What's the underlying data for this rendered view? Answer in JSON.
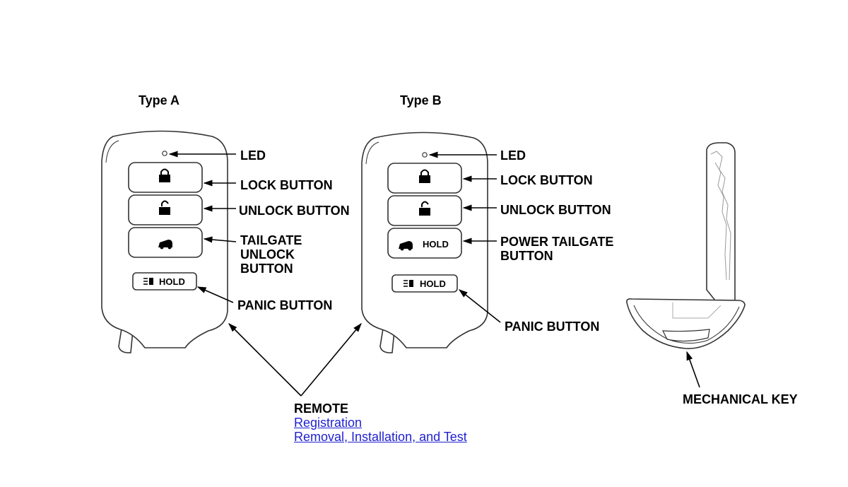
{
  "type_a": {
    "title": "Type A",
    "labels": {
      "led": "LED",
      "lock": "LOCK BUTTON",
      "unlock": "UNLOCK BUTTON",
      "tailgate_line1": "TAILGATE",
      "tailgate_line2": "UNLOCK",
      "tailgate_line3": "BUTTON",
      "panic": "PANIC BUTTON"
    },
    "panic_button_text": "HOLD"
  },
  "type_b": {
    "title": "Type B",
    "labels": {
      "led": "LED",
      "lock": "LOCK BUTTON",
      "unlock": "UNLOCK BUTTON",
      "power_tailgate_line1": "POWER TAILGATE",
      "power_tailgate_line2": "BUTTON",
      "panic": "PANIC BUTTON"
    },
    "tailgate_button_text": "HOLD",
    "panic_button_text": "HOLD"
  },
  "mechanical_key": {
    "label": "MECHANICAL KEY"
  },
  "remote": {
    "label": "REMOTE",
    "links": {
      "registration": "Registration",
      "removal": "Removal, Installation, and Test"
    }
  },
  "colors": {
    "link": "#1f1fd1",
    "line": "#000000",
    "outline": "#333333"
  }
}
